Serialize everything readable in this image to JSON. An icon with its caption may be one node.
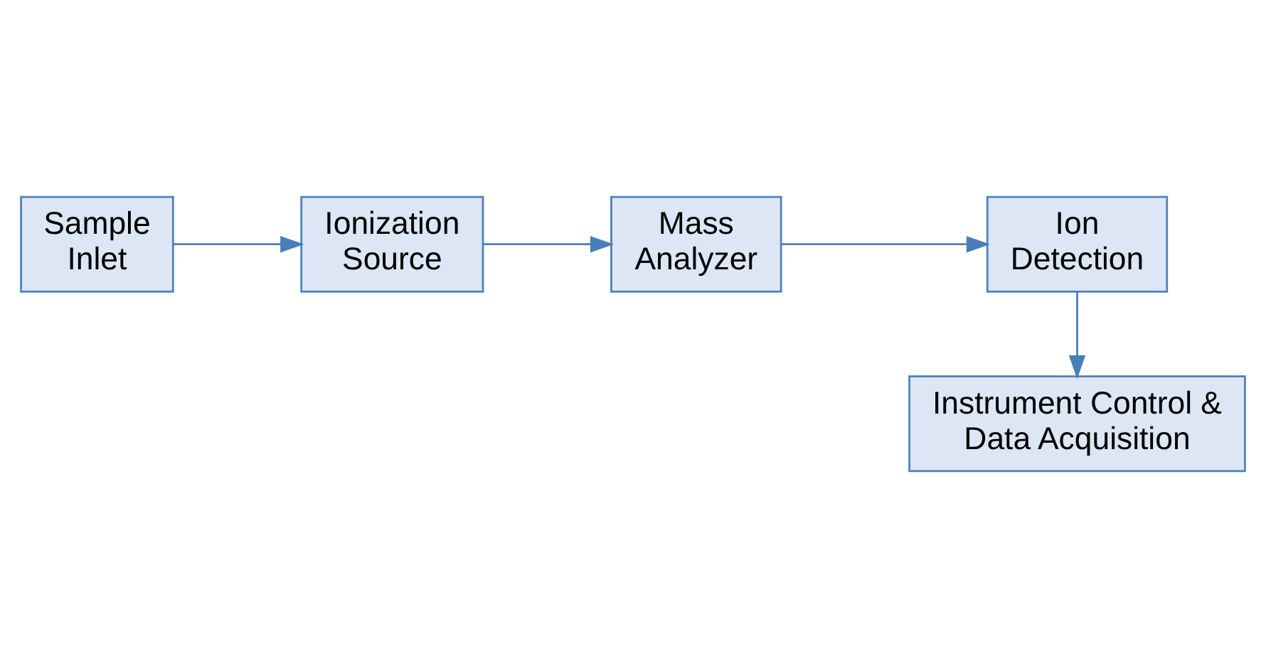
{
  "diagram": {
    "nodes": [
      {
        "text": [
          "Sample Inlet"
        ]
      },
      {
        "text": [
          "Ionization Source"
        ]
      },
      {
        "text": [
          "Mass Analyzer"
        ]
      },
      {
        "text": [
          "Ion Detection"
        ]
      },
      {
        "text": [
          "Instrument Control & Data Acquisition"
        ]
      }
    ],
    "edges": [
      {
        "from": 0,
        "to": 1,
        "arrow": "to"
      },
      {
        "from": 1,
        "to": 2,
        "arrow": "to"
      },
      {
        "from": 2,
        "to": 3,
        "arrow": "to"
      },
      {
        "from": 3,
        "to": 4,
        "arrow": "to"
      }
    ]
  }
}
